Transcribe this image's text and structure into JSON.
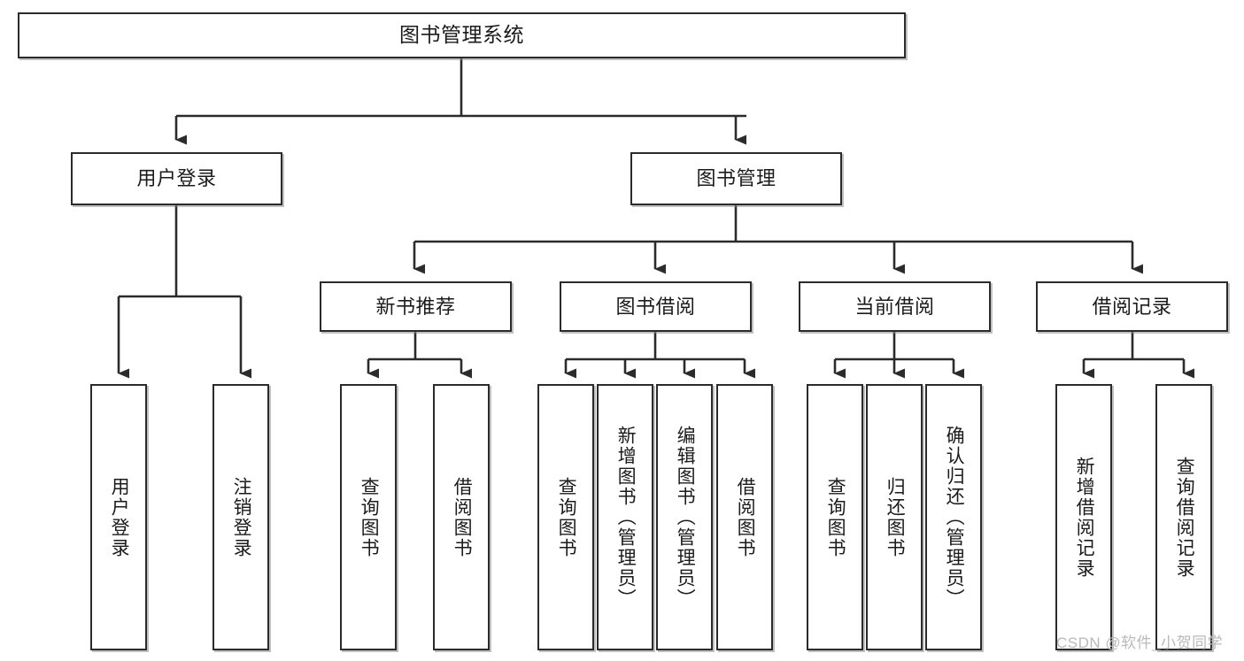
{
  "diagram": {
    "type": "tree-hierarchy",
    "title": "图书管理系统",
    "root": {
      "id": "root",
      "label": "图书管理系统"
    },
    "level2": [
      {
        "id": "user-login",
        "label": "用户登录"
      },
      {
        "id": "book-manage",
        "label": "图书管理"
      }
    ],
    "level3": [
      {
        "id": "new-book-rec",
        "label": "新书推荐"
      },
      {
        "id": "book-borrow",
        "label": "图书借阅"
      },
      {
        "id": "current-borrow",
        "label": "当前借阅"
      },
      {
        "id": "borrow-record",
        "label": "借阅记录"
      }
    ],
    "leaves": {
      "user_login": [
        {
          "id": "leaf-user-login",
          "label": "用户登录"
        },
        {
          "id": "leaf-logout",
          "label": "注销登录"
        }
      ],
      "new_book_rec": [
        {
          "id": "leaf-query-book-1",
          "label": "查询图书"
        },
        {
          "id": "leaf-borrow-book-1",
          "label": "借阅图书"
        }
      ],
      "book_borrow": [
        {
          "id": "leaf-query-book-2",
          "label": "查询图书"
        },
        {
          "id": "leaf-add-book",
          "label": "新增图书（管理员）"
        },
        {
          "id": "leaf-edit-book",
          "label": "编辑图书（管理员）"
        },
        {
          "id": "leaf-borrow-book-2",
          "label": "借阅图书"
        }
      ],
      "current_borrow": [
        {
          "id": "leaf-query-book-3",
          "label": "查询图书"
        },
        {
          "id": "leaf-return-book",
          "label": "归还图书"
        },
        {
          "id": "leaf-confirm-return",
          "label": "确认归还（管理员）"
        }
      ],
      "borrow_record": [
        {
          "id": "leaf-add-record",
          "label": "新增借阅记录"
        },
        {
          "id": "leaf-query-record",
          "label": "查询借阅记录"
        }
      ]
    }
  },
  "watermark": {
    "text": "CSDN @软件_小贺同学"
  },
  "colors": {
    "stroke": "#2b2b2b",
    "box_fill": "#ffffff",
    "text": "#1b1b1b",
    "watermark": "#b9b9b9",
    "background": "#ffffff"
  }
}
